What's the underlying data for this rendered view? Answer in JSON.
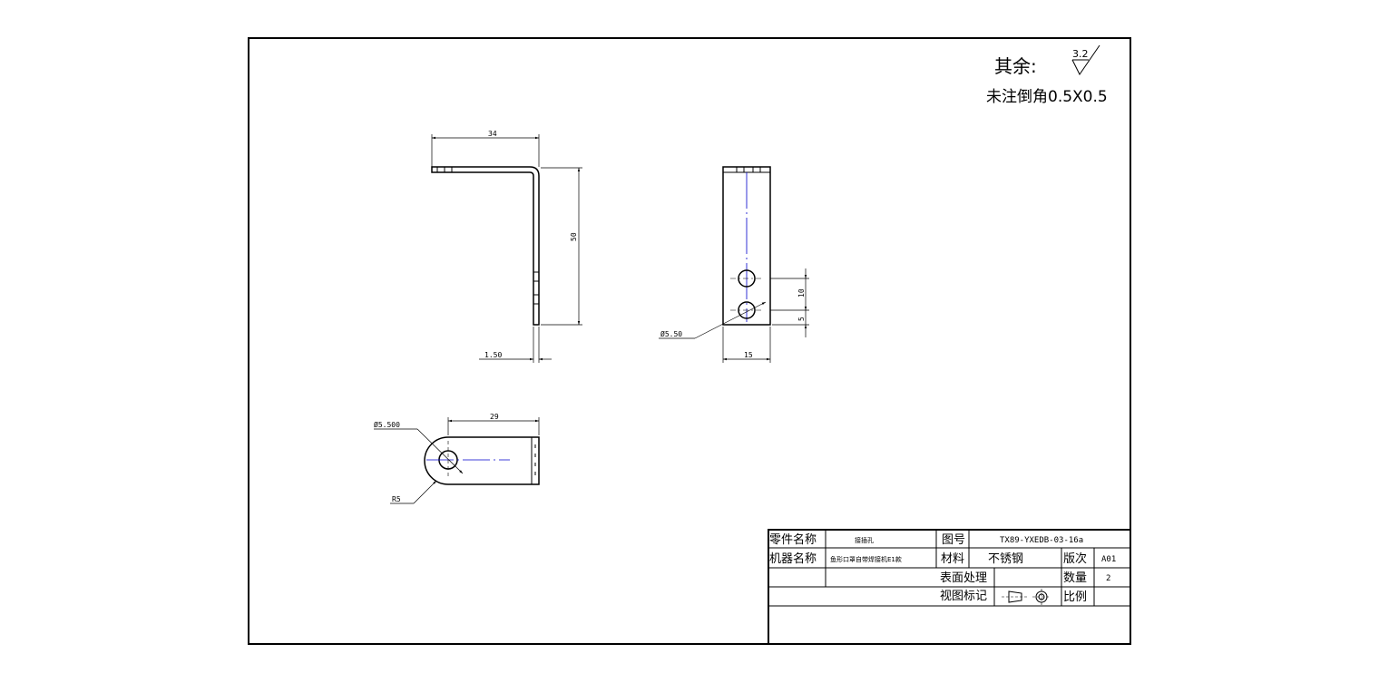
{
  "notes": {
    "roughness_prefix": "其余:",
    "roughness_value": "3.2",
    "chamfer": "未注倒角0.5X0.5"
  },
  "dimensions": {
    "width_top": "34",
    "height": "50",
    "thickness": "1.50",
    "hole_dia_front": "Ø5.50",
    "hole_spacing": "10",
    "hole_offset": "5",
    "front_width": "15",
    "bottom_length": "29",
    "hole_dia_bottom": "Ø5.500",
    "radius": "R5"
  },
  "title_block": {
    "part_name_label": "零件名称",
    "part_name_value": "接插孔",
    "drawing_no_label": "图号",
    "drawing_no_value": "TX89-YXEDB-03-16a",
    "machine_name_label": "机器名称",
    "machine_name_value": "鱼形口罩自带焊接机E1款",
    "material_label": "材料",
    "material_value": "不锈钢",
    "version_label": "版次",
    "version_value": "A01",
    "surface_label": "表面处理",
    "quantity_label": "数量",
    "quantity_value": "2",
    "view_label": "视图标记",
    "scale_label": "比例"
  },
  "colors": {
    "line": "#000000",
    "centerline": "#0000cc"
  }
}
